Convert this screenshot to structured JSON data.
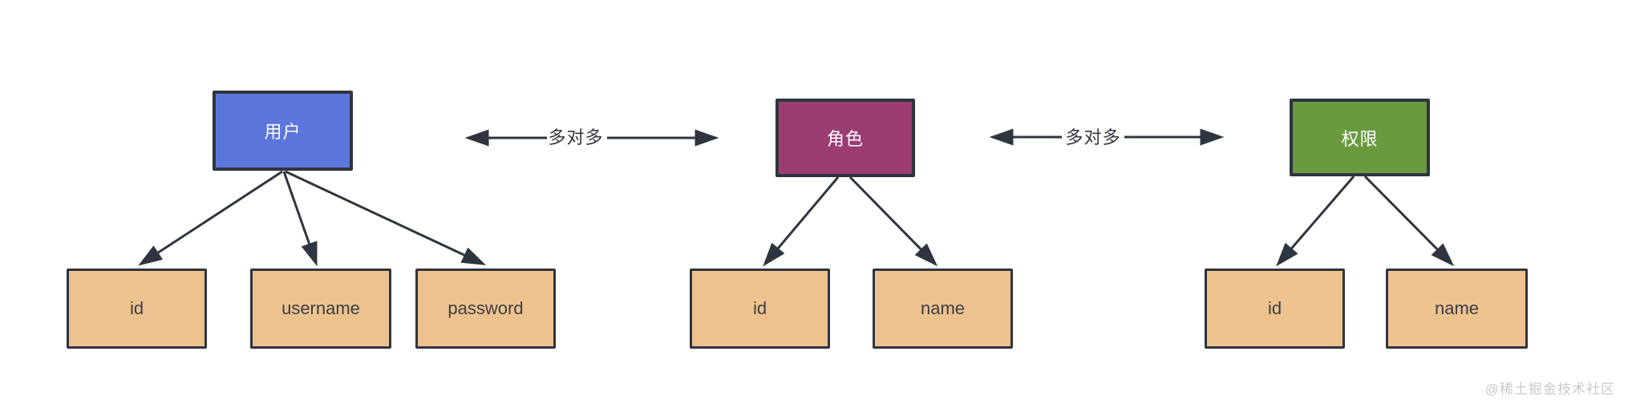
{
  "diagram": {
    "entities": [
      {
        "label": "用户",
        "color": "#5C77DC",
        "attributes": [
          "id",
          "username",
          "password"
        ]
      },
      {
        "label": "角色",
        "color": "#9C3D71",
        "attributes": [
          "id",
          "name"
        ]
      },
      {
        "label": "权限",
        "color": "#6A9A40",
        "attributes": [
          "id",
          "name"
        ]
      }
    ],
    "relations": [
      {
        "from": "用户",
        "to": "角色",
        "label": "多对多"
      },
      {
        "from": "角色",
        "to": "权限",
        "label": "多对多"
      }
    ],
    "colors": {
      "attribute_fill": "#EEC28E",
      "border": "#2F353E",
      "arrow": "#2F353E",
      "entity_text": "#FFFFFF",
      "attribute_text": "#3A3F47"
    }
  },
  "watermark": {
    "text": "@稀土掘金技术社区",
    "color": "#C9C9C9"
  }
}
